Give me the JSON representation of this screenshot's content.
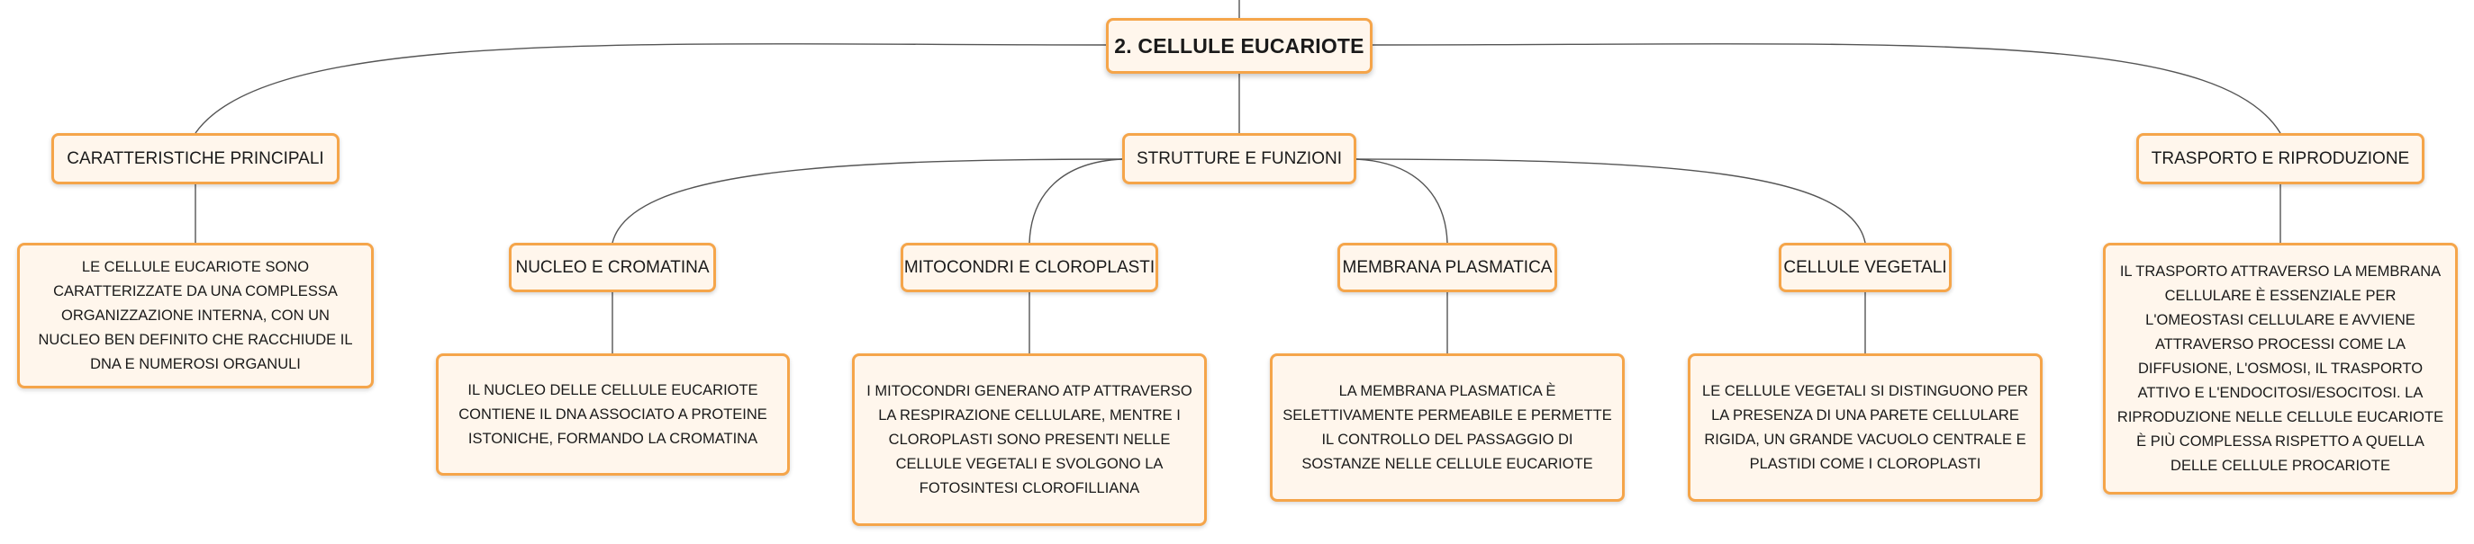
{
  "root": {
    "label": "2. CELLULE EUCARIOTE"
  },
  "branches": {
    "characteristics": {
      "label": "CARATTERISTICHE PRINCIPALI",
      "text": "LE CELLULE EUCARIOTE SONO CARATTERIZZATE DA UNA COMPLESSA ORGANIZZAZIONE INTERNA, CON UN NUCLEO BEN DEFINITO CHE RACCHIUDE IL DNA E NUMEROSI ORGANULI"
    },
    "structures": {
      "label": "STRUTTURE E FUNZIONI",
      "children": {
        "nucleus": {
          "label": "NUCLEO E CROMATINA",
          "text": "IL NUCLEO DELLE CELLULE EUCARIOTE CONTIENE IL DNA ASSOCIATO A PROTEINE ISTONICHE, FORMANDO LA CROMATINA"
        },
        "mito": {
          "label": "MITOCONDRI E CLOROPLASTI",
          "text": "I MITOCONDRI GENERANO ATP ATTRAVERSO LA RESPIRAZIONE CELLULARE, MENTRE I CLOROPLASTI SONO PRESENTI NELLE CELLULE VEGETALI E SVOLGONO LA FOTOSINTESI CLOROFILLIANA"
        },
        "membrane": {
          "label": "MEMBRANA PLASMATICA",
          "text": "LA MEMBRANA PLASMATICA È SELETTIVAMENTE PERMEABILE E PERMETTE IL CONTROLLO DEL PASSAGGIO DI SOSTANZE NELLE CELLULE EUCARIOTE"
        },
        "plant": {
          "label": "CELLULE VEGETALI",
          "text": "LE CELLULE VEGETALI SI DISTINGUONO PER LA PRESENZA DI UNA PARETE CELLULARE RIGIDA, UN GRANDE VACUOLO CENTRALE E PLASTIDI COME I CLOROPLASTI"
        }
      }
    },
    "transport": {
      "label": "TRASPORTO E RIPRODUZIONE",
      "text": "IL TRASPORTO ATTRAVERSO LA MEMBRANA CELLULARE È ESSENZIALE PER L'OMEOSTASI CELLULARE E AVVIENE ATTRAVERSO PROCESSI COME LA DIFFUSIONE, L'OSMOSI, IL TRASPORTO ATTIVO E L'ENDOCITOSI/ESOCITOSI. LA RIPRODUZIONE NELLE CELLULE EUCARIOTE È PIÙ COMPLESSA RISPETTO A QUELLA DELLE CELLULE PROCARIOTE"
    }
  },
  "colors": {
    "border": "#f5a54a",
    "fill": "#fff6ec",
    "line": "#555555"
  }
}
